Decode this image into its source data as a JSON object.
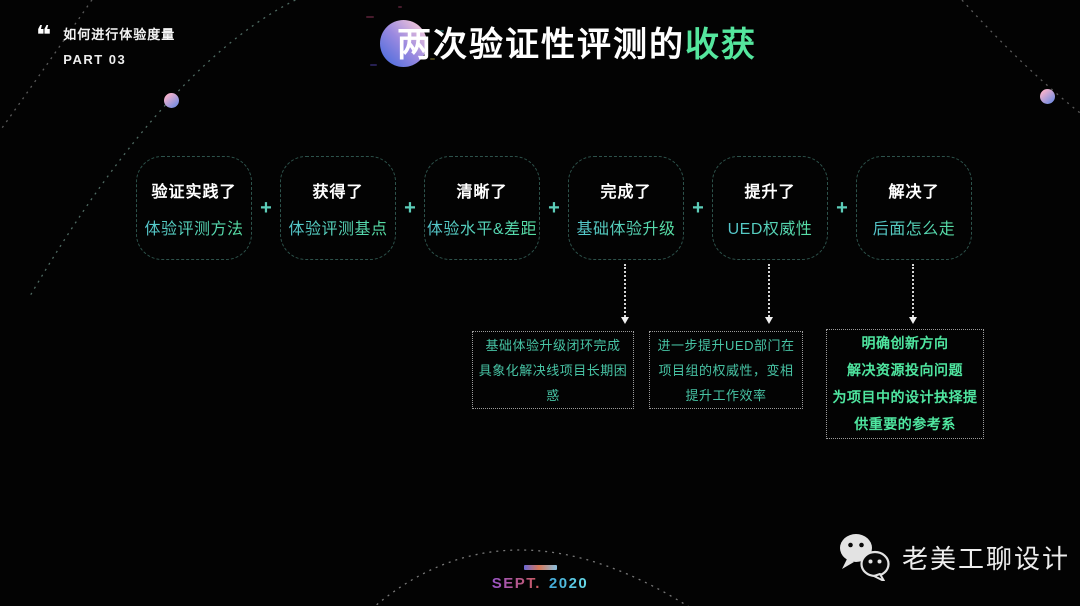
{
  "eyebrow": {
    "quote": "❝",
    "line1": "如何进行体验度量",
    "part": "PART 03"
  },
  "title": {
    "prefix": "两次验证性评测的",
    "highlight": "收获"
  },
  "plus": "+",
  "steps": [
    {
      "title": "验证实践了",
      "subtitle": "体验评测方法"
    },
    {
      "title": "获得了",
      "subtitle": "体验评测基点"
    },
    {
      "title": "清晰了",
      "subtitle": "体验水平&差距"
    },
    {
      "title": "完成了",
      "subtitle": "基础体验升级"
    },
    {
      "title": "提升了",
      "subtitle": "UED权威性"
    },
    {
      "title": "解决了",
      "subtitle": "后面怎么走"
    }
  ],
  "notes": [
    {
      "lines": [
        "基础体验升级闭环完成",
        "具象化解决线项目长期困惑"
      ]
    },
    {
      "lines": [
        "进一步提升UED部门在",
        "项目组的权威性，变相",
        "提升工作效率"
      ]
    },
    {
      "lines": [
        "明确创新方向",
        "解决资源投向问题",
        "为项目中的设计抉择提",
        "供重要的参考系"
      ]
    }
  ],
  "footer": {
    "month": "SEPT.",
    "year": "2020",
    "brand": "老美工聊设计"
  },
  "icons": {
    "brand_icon": "wechat-chat-bubbles",
    "quote_icon": "double-quote"
  },
  "colors": {
    "background": "#030303",
    "highlight_green": "#55e69e",
    "subtitle_teal": "#4fd2b2",
    "plus_teal": "#5ccdb9",
    "card_border": "#2d524b",
    "note_text": "#47c3a4",
    "note_emphasis": "#4fe6a0"
  }
}
